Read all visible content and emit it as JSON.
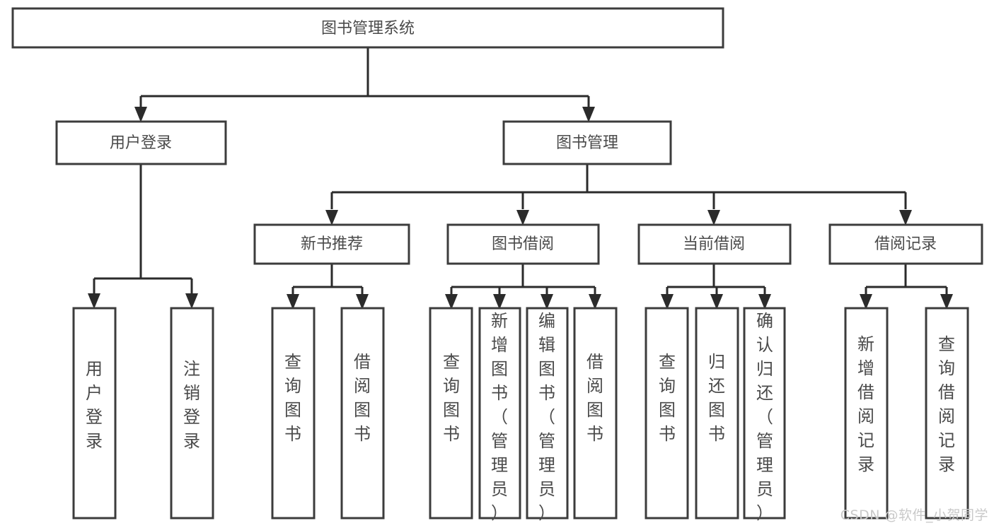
{
  "diagram": {
    "title": "图书管理系统",
    "type": "hierarchy-tree",
    "watermark": "CSDN @软件_小贺同学",
    "colors": {
      "background": "#ffffff",
      "box_stroke": "#3c3c3c",
      "connector": "#2b2b2b",
      "label_text": "#4a4a4a",
      "watermark_text": "#c9c9c9"
    },
    "levels": {
      "root": {
        "label": "图书管理系统"
      },
      "level2": [
        {
          "label": "用户登录"
        },
        {
          "label": "图书管理"
        }
      ],
      "level3": [
        {
          "label": "新书推荐"
        },
        {
          "label": "图书借阅"
        },
        {
          "label": "当前借阅"
        },
        {
          "label": "借阅记录"
        }
      ],
      "leaves": [
        {
          "label": "用户登录",
          "parent": "用户登录"
        },
        {
          "label": "注销登录",
          "parent": "用户登录"
        },
        {
          "label": "查询图书",
          "parent": "新书推荐"
        },
        {
          "label": "借阅图书",
          "parent": "新书推荐"
        },
        {
          "label": "查询图书",
          "parent": "图书借阅"
        },
        {
          "label": "新增图书（管理员）",
          "parent": "图书借阅"
        },
        {
          "label": "编辑图书（管理员）",
          "parent": "图书借阅"
        },
        {
          "label": "借阅图书",
          "parent": "图书借阅"
        },
        {
          "label": "查询图书",
          "parent": "当前借阅"
        },
        {
          "label": "归还图书",
          "parent": "当前借阅"
        },
        {
          "label": "确认归还（管理员）",
          "parent": "当前借阅"
        },
        {
          "label": "新增借阅记录",
          "parent": "借阅记录"
        },
        {
          "label": "查询借阅记录",
          "parent": "借阅记录"
        }
      ]
    }
  }
}
